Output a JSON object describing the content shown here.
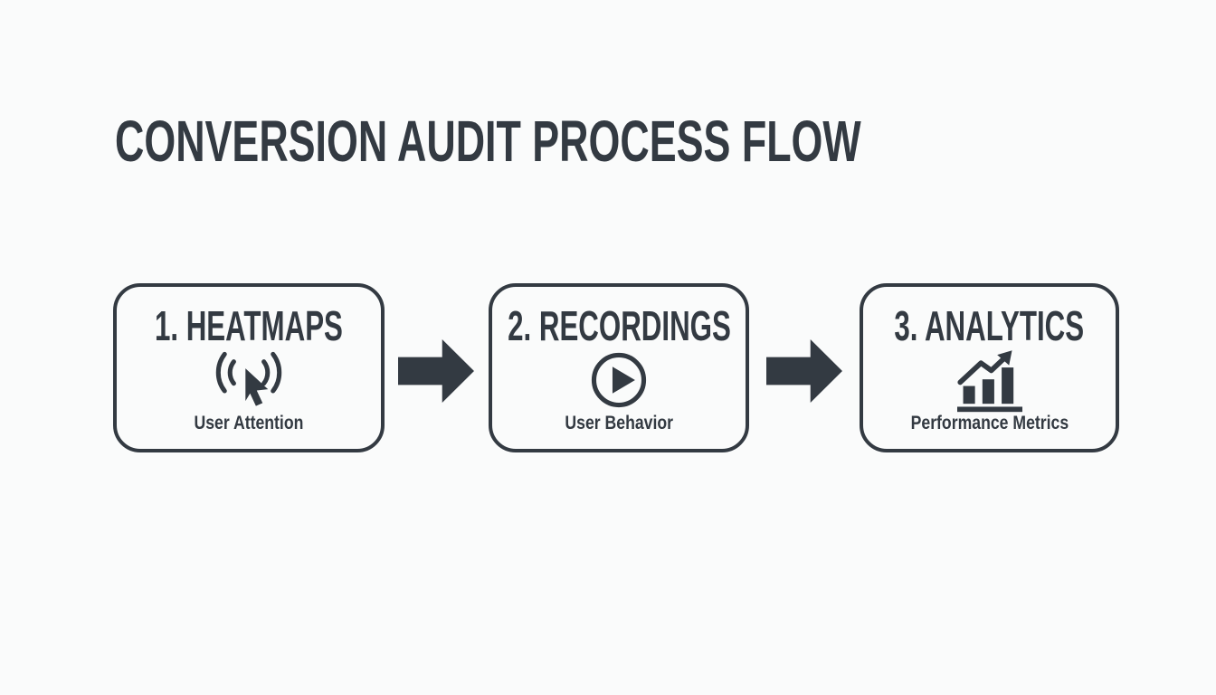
{
  "title": "CONVERSION AUDIT PROCESS FLOW",
  "colors": {
    "ink": "#333a42",
    "background": "#fafbfb"
  },
  "flow": {
    "steps": [
      {
        "heading": "1. HEATMAPS",
        "subtitle": "User Attention",
        "icon": "click-attention-icon"
      },
      {
        "heading": "2. RECORDINGS",
        "subtitle": "User Behavior",
        "icon": "play-icon"
      },
      {
        "heading": "3. ANALYTICS",
        "subtitle": "Performance Metrics",
        "icon": "bar-chart-growth-icon"
      }
    ],
    "connectors": [
      "arrow-right",
      "arrow-right"
    ]
  }
}
